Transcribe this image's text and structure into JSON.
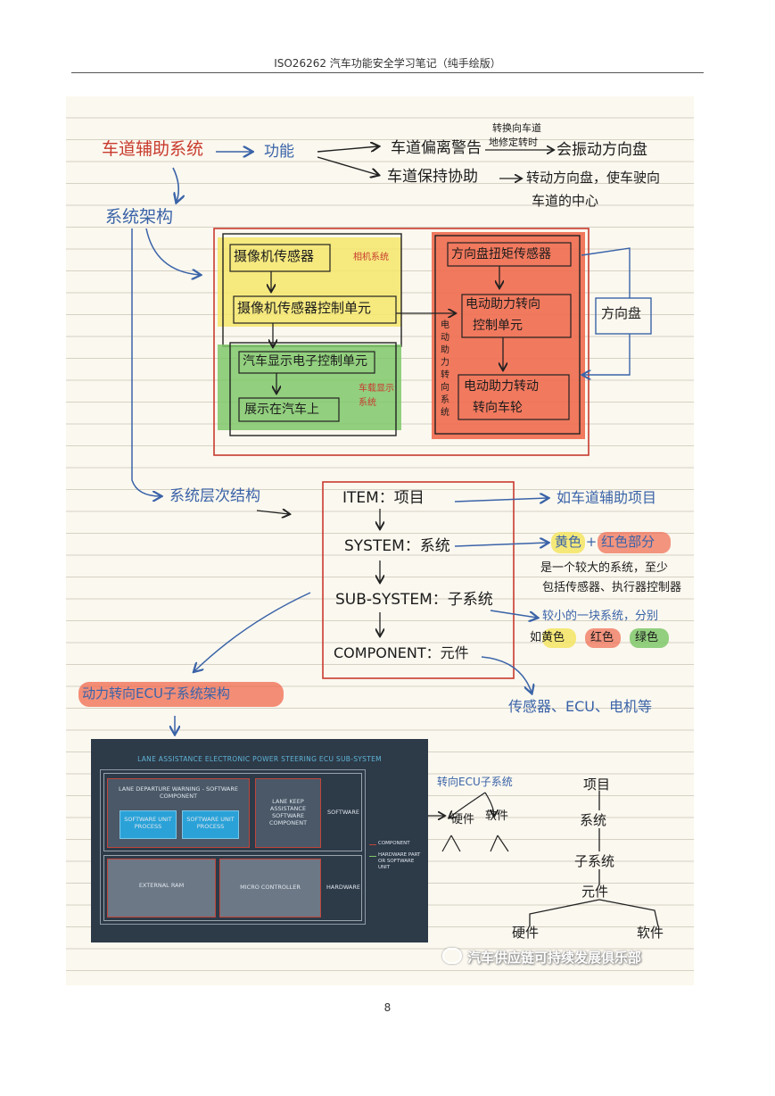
{
  "header": {
    "title": "ISO26262 汽车功能安全学习笔记（纯手绘版）"
  },
  "page_number": "8",
  "watermark": "汽车供应链可持续发展俱乐部",
  "notes": {
    "root": "车道辅助系统",
    "function": "功能",
    "ldw": "车道偏离警告",
    "ldw_note1": "转换向车道",
    "ldw_note2": "地修定转时",
    "ldw_result": "会振动方向盘",
    "lka": "车道保持协助",
    "lka_result1": "转动方向盘，使车驶向",
    "lka_result2": "车道的中心",
    "arch": "系统架构",
    "camera_sensor": "摄像机传感器",
    "camera_system": "相机系统",
    "camera_ecu": "摄像机传感器控制单元",
    "display_ecu": "汽车显示电子控制单元",
    "display_show": "展示在汽车上",
    "display_system": "车载显示系统",
    "torque_sensor": "方向盘扭矩传感器",
    "eps_ecu_1": "电动助力转向",
    "eps_ecu_2": "控制单元",
    "eps_motor_1": "电动助力转动",
    "eps_motor_2": "转向车轮",
    "eps_system": "电动助力转向系统",
    "steering_wheel": "方向盘",
    "hierarchy": "系统层次结构",
    "item": "ITEM：项目",
    "item_note": "如车道辅助项目",
    "system": "SYSTEM：系统",
    "system_note": "黄色 + 红色部分",
    "system_desc1": "是一个较大的系统，至少",
    "system_desc2": "包括传感器、执行器控制器",
    "subsystem": "SUB-SYSTEM：子系统",
    "subsystem_desc1": "较小的一块系统，分别",
    "subsystem_desc2": "如黄色",
    "subsystem_red": "红色",
    "subsystem_green": "绿色",
    "component": "COMPONENT：元件",
    "component_note": "传感器、ECU、电机等",
    "eps_sub_arch": "动力转向ECU子系统架构",
    "ecu_label": "转向ECU子系统",
    "hardware": "硬件",
    "software": "软件",
    "tree_item": "项目",
    "tree_system": "系统",
    "tree_subsystem": "子系统",
    "tree_component": "元件",
    "tree_hw": "硬件",
    "tree_sw": "软件"
  },
  "diagram": {
    "title": "LANE ASSISTANCE ELECTRONIC POWER STEERING ECU SUB-SYSTEM",
    "ldw_component": "LANE DEPARTURE WARNING - SOFTWARE COMPONENT",
    "unit_process_1": "SOFTWARE UNIT PROCESS",
    "unit_process_2": "SOFTWARE UNIT PROCESS",
    "lka_component": "LANE KEEP ASSISTANCE SOFTWARE COMPONENT",
    "software_label": "SOFTWARE",
    "external_ram": "EXTERNAL RAM",
    "micro_controller": "MICRO CONTROLLER",
    "hardware_label": "HARDWARE",
    "legend_component": "COMPONENT",
    "legend_hw": "HARDWARE PART OR SOFTWARE UNIT"
  },
  "colors": {
    "ink_blue": "#3a63a8",
    "ink_red": "#c83b2e",
    "yellow": "#f4e66a",
    "green": "#7fc86a",
    "red_hl": "#f06a4e",
    "diagram_bg": "#2d3a48",
    "diagram_accent": "#5fb4d6"
  }
}
